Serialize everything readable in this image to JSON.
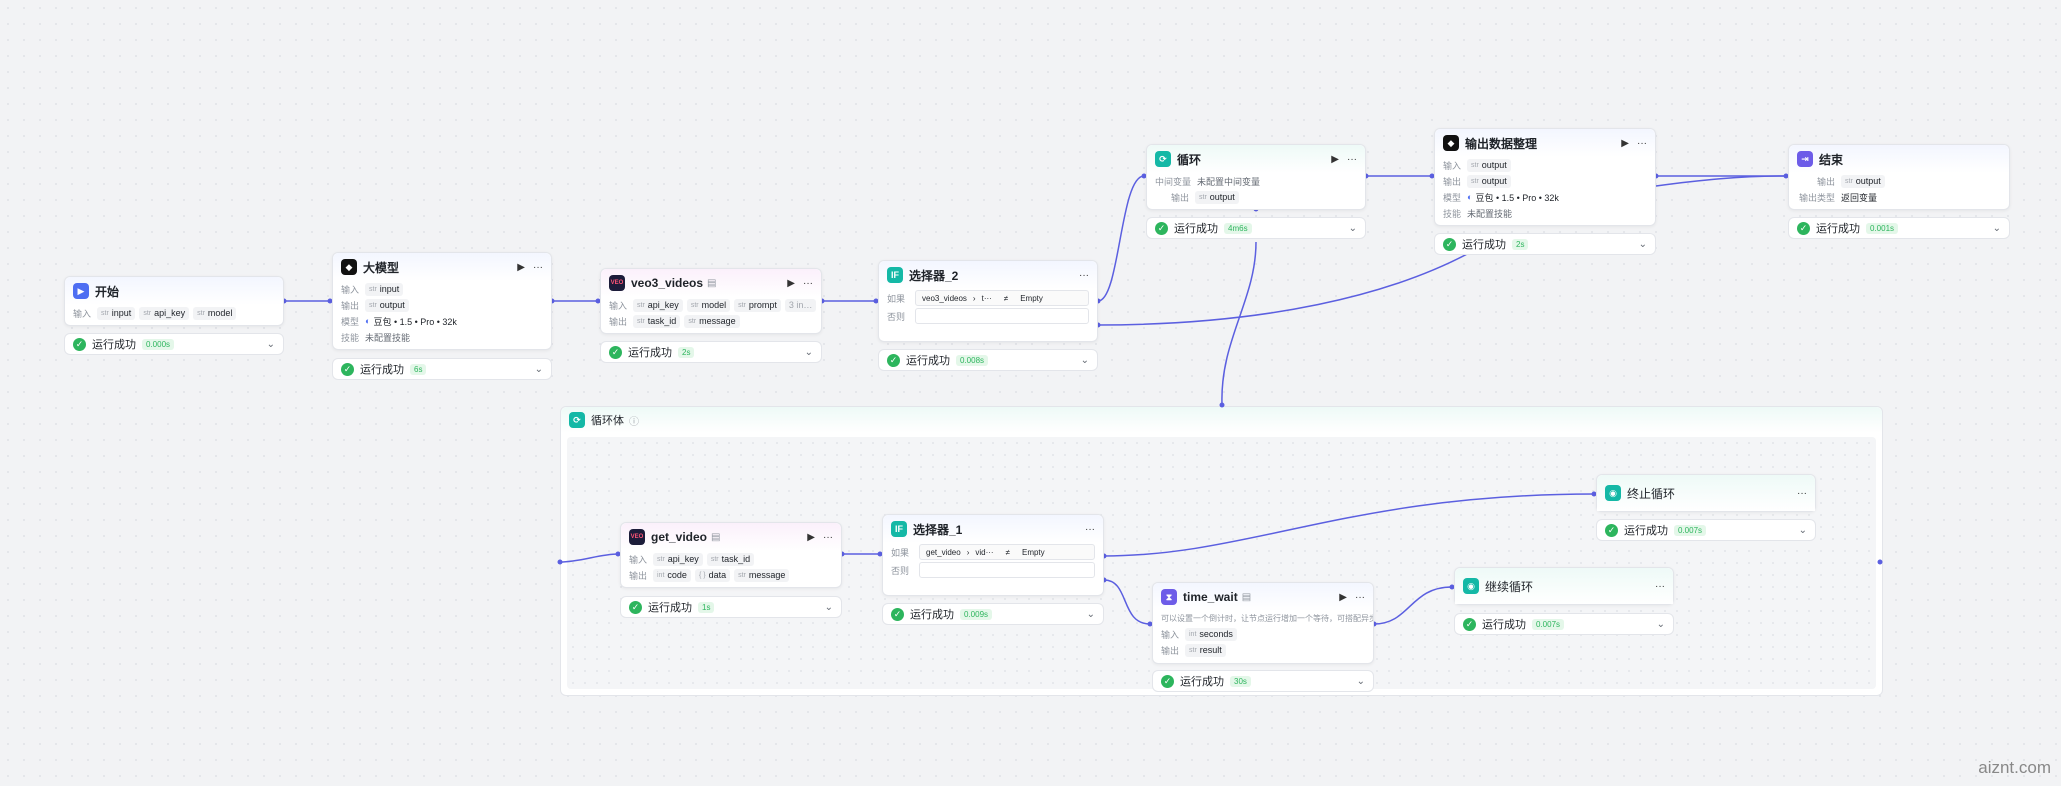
{
  "common": {
    "status_text": "运行成功",
    "input_label": "输入",
    "output_label": "输出",
    "model_label": "模型",
    "skill_label": "技能",
    "if_label": "如果",
    "else_label": "否则",
    "neq_symbol": "≠",
    "empty_value": "Empty",
    "type_str": "str",
    "type_obj": "{ }",
    "type_int": "int"
  },
  "nodes": {
    "start": {
      "title": "开始",
      "inputs": [
        "input",
        "api_key",
        "model"
      ],
      "time": "0.000s"
    },
    "llm": {
      "title": "大模型",
      "input": "input",
      "output": "output",
      "model": "豆包 • 1.5 • Pro • 32k",
      "skill": "未配置技能",
      "time": "6s"
    },
    "veo3": {
      "title": "veo3_videos",
      "inputs": [
        "api_key",
        "model",
        "prompt"
      ],
      "more_input": "3 in…",
      "outputs": [
        "task_id",
        "message"
      ],
      "time": "2s"
    },
    "selector2": {
      "title": "选择器_2",
      "cond_var": "veo3_videos",
      "cond_field": "t···",
      "time": "0.008s"
    },
    "loop": {
      "title": "循环",
      "mid_var_label": "中间变量",
      "mid_var_value": "未配置中间变量",
      "output": "output",
      "time": "4m6s"
    },
    "output_org": {
      "title": "输出数据整理",
      "input": "output",
      "output": "output",
      "model": "豆包 • 1.5 • Pro • 32k",
      "skill": "未配置技能",
      "time": "2s"
    },
    "end": {
      "title": "结束",
      "output_var_label": "输出",
      "output": "output",
      "output_type_label": "输出类型",
      "output_type_value": "返回变量",
      "time": "0.001s"
    },
    "loop_body": {
      "title": "循环体"
    },
    "get_video": {
      "title": "get_video",
      "inputs": [
        "api_key",
        "task_id"
      ],
      "outputs": [
        "code",
        "data",
        "message"
      ],
      "time": "1s"
    },
    "selector1": {
      "title": "选择器_1",
      "cond_var": "get_video",
      "cond_field": "vid···",
      "time": "0.009s"
    },
    "stop_loop": {
      "title": "终止循环",
      "time": "0.007s"
    },
    "time_wait": {
      "title": "time_wait",
      "desc": "可以设置一个倒计时，让节点运行增加一个等待，可搭配异步…",
      "input": "seconds",
      "output": "result",
      "time": "30s"
    },
    "continue_loop": {
      "title": "继续循环",
      "time": "0.007s"
    }
  },
  "watermark": "aiznt.com"
}
